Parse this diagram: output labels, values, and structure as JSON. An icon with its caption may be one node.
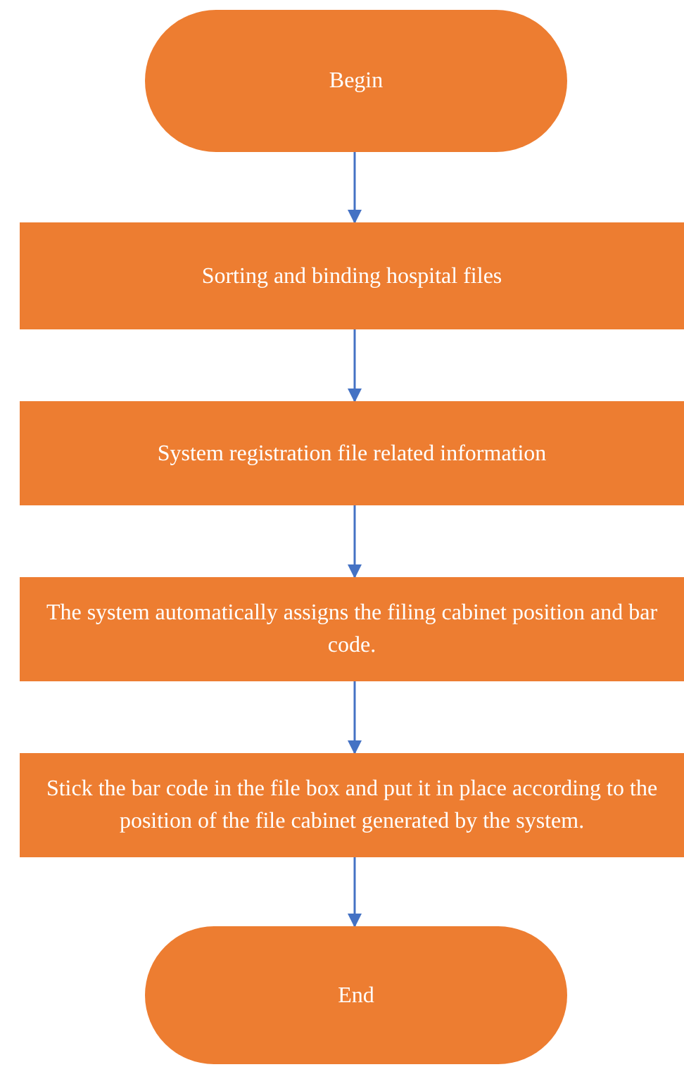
{
  "diagram": {
    "nodes": [
      {
        "text": [
          "Begin"
        ]
      },
      {
        "text": [
          "Sorting and binding hospital files"
        ]
      },
      {
        "text": [
          "System registration file related information"
        ]
      },
      {
        "text": [
          "The system automatically assigns the filing cabinet position and bar code."
        ]
      },
      {
        "text": [
          "Stick the bar code in the file box and put it in place according to the position of the file cabinet generated by the system."
        ]
      },
      {
        "text": [
          "End"
        ]
      }
    ],
    "edges": [
      {
        "from": 0,
        "to": 1,
        "arrow": "to"
      },
      {
        "from": 1,
        "to": 2,
        "arrow": "to"
      },
      {
        "from": 2,
        "to": 3,
        "arrow": "to"
      },
      {
        "from": 3,
        "to": 4,
        "arrow": "to"
      },
      {
        "from": 4,
        "to": 5,
        "arrow": "to"
      }
    ]
  }
}
